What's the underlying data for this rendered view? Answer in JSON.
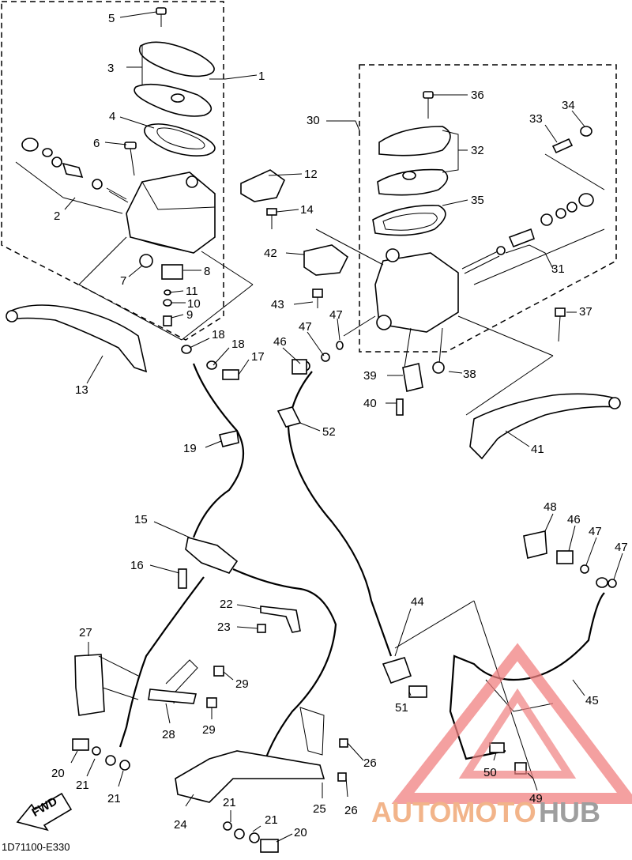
{
  "diagram": {
    "code": "1D71100-E330",
    "fwd_label": "FWD",
    "callouts": [
      {
        "id": "c5",
        "text": "5"
      },
      {
        "id": "c3",
        "text": "3"
      },
      {
        "id": "c1",
        "text": "1"
      },
      {
        "id": "c4",
        "text": "4"
      },
      {
        "id": "c6",
        "text": "6"
      },
      {
        "id": "c2",
        "text": "2"
      },
      {
        "id": "c12",
        "text": "12"
      },
      {
        "id": "c14",
        "text": "14"
      },
      {
        "id": "c8",
        "text": "8"
      },
      {
        "id": "c7",
        "text": "7"
      },
      {
        "id": "c11",
        "text": "11"
      },
      {
        "id": "c10",
        "text": "10"
      },
      {
        "id": "c9",
        "text": "9"
      },
      {
        "id": "c13",
        "text": "13"
      },
      {
        "id": "c18a",
        "text": "18"
      },
      {
        "id": "c18b",
        "text": "18"
      },
      {
        "id": "c17",
        "text": "17"
      },
      {
        "id": "c19",
        "text": "19"
      },
      {
        "id": "c15",
        "text": "15"
      },
      {
        "id": "c16",
        "text": "16"
      },
      {
        "id": "c22",
        "text": "22"
      },
      {
        "id": "c23",
        "text": "23"
      },
      {
        "id": "c27",
        "text": "27"
      },
      {
        "id": "c29a",
        "text": "29"
      },
      {
        "id": "c29b",
        "text": "29"
      },
      {
        "id": "c28",
        "text": "28"
      },
      {
        "id": "c20a",
        "text": "20"
      },
      {
        "id": "c21a",
        "text": "21"
      },
      {
        "id": "c21b",
        "text": "21"
      },
      {
        "id": "c24",
        "text": "24"
      },
      {
        "id": "c21c",
        "text": "21"
      },
      {
        "id": "c21d",
        "text": "21"
      },
      {
        "id": "c20b",
        "text": "20"
      },
      {
        "id": "c26a",
        "text": "26"
      },
      {
        "id": "c26b",
        "text": "26"
      },
      {
        "id": "c25",
        "text": "25"
      },
      {
        "id": "c36",
        "text": "36"
      },
      {
        "id": "c30",
        "text": "30"
      },
      {
        "id": "c34",
        "text": "34"
      },
      {
        "id": "c33",
        "text": "33"
      },
      {
        "id": "c32",
        "text": "32"
      },
      {
        "id": "c35",
        "text": "35"
      },
      {
        "id": "c31",
        "text": "31"
      },
      {
        "id": "c42",
        "text": "42"
      },
      {
        "id": "c43",
        "text": "43"
      },
      {
        "id": "c47a",
        "text": "47"
      },
      {
        "id": "c47b",
        "text": "47"
      },
      {
        "id": "c46a",
        "text": "46"
      },
      {
        "id": "c37",
        "text": "37"
      },
      {
        "id": "c39",
        "text": "39"
      },
      {
        "id": "c38",
        "text": "38"
      },
      {
        "id": "c40",
        "text": "40"
      },
      {
        "id": "c52",
        "text": "52"
      },
      {
        "id": "c41",
        "text": "41"
      },
      {
        "id": "c48",
        "text": "48"
      },
      {
        "id": "c46b",
        "text": "46"
      },
      {
        "id": "c47c",
        "text": "47"
      },
      {
        "id": "c47d",
        "text": "47"
      },
      {
        "id": "c44",
        "text": "44"
      },
      {
        "id": "c45",
        "text": "45"
      },
      {
        "id": "c51",
        "text": "51"
      },
      {
        "id": "c50",
        "text": "50"
      },
      {
        "id": "c49",
        "text": "49"
      }
    ]
  },
  "watermark": {
    "part1": "AUTOMOTO",
    "part2": "HUB",
    "color_a": "#f2b48a",
    "color_b": "#9e9e9e",
    "triangle_color": "#f08080"
  }
}
